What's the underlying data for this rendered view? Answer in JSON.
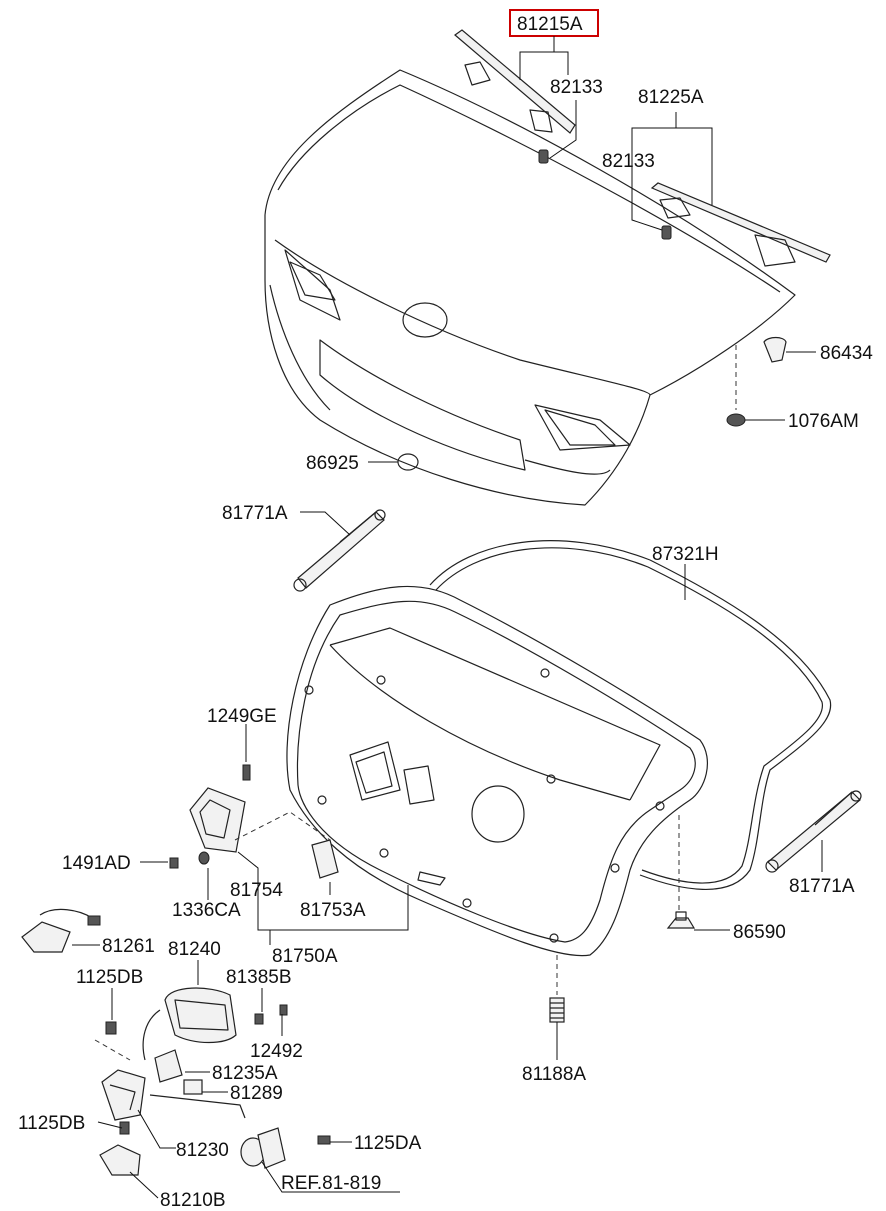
{
  "highlight_color": "#cc0000",
  "labels": {
    "p81215A": "81215A",
    "p82133_top": "82133",
    "p81225A": "81225A",
    "p82133_mid": "82133",
    "p86434": "86434",
    "p1076AM": "1076AM",
    "p86925": "86925",
    "p81771A_left": "81771A",
    "p87321H": "87321H",
    "p1249GE": "1249GE",
    "p1491AD": "1491AD",
    "p81754": "81754",
    "p1336CA": "1336CA",
    "p81753A": "81753A",
    "p81771A_right": "81771A",
    "p86590": "86590",
    "p81261": "81261",
    "p81240": "81240",
    "p81750A": "81750A",
    "p1125DB_top": "1125DB",
    "p81385B": "81385B",
    "p12492": "12492",
    "p81235A": "81235A",
    "p81289": "81289",
    "p81188A": "81188A",
    "p1125DB_bottom": "1125DB",
    "p81230": "81230",
    "p1125DA": "1125DA",
    "pREF": "REF.81-819",
    "p81210B": "81210B"
  }
}
